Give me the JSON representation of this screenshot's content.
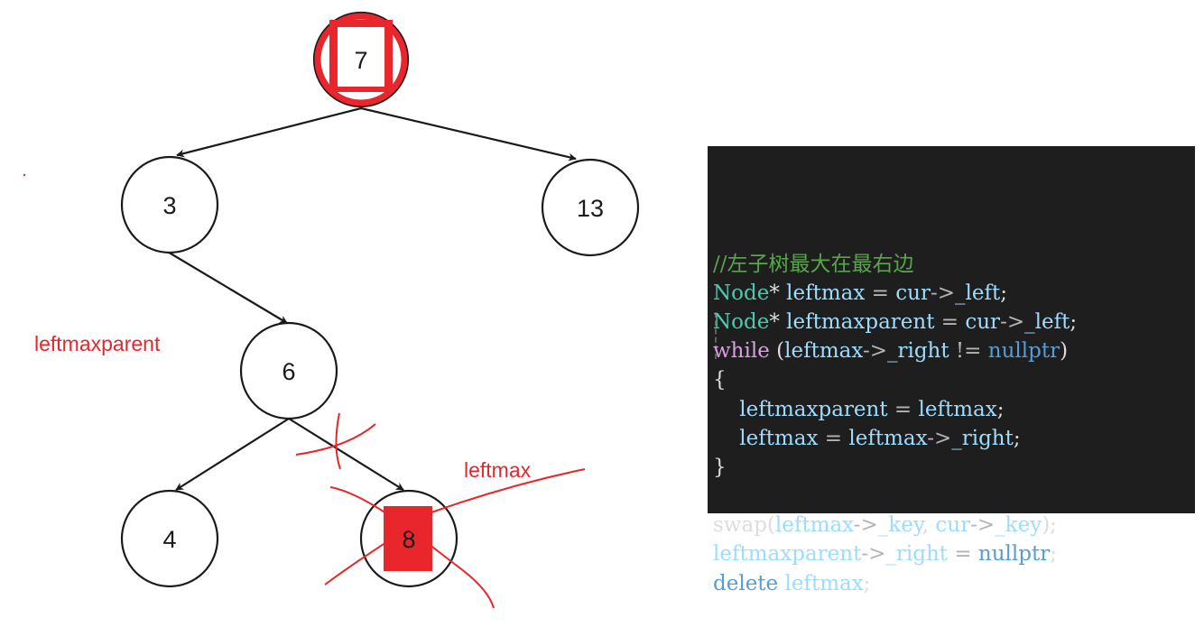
{
  "tree": {
    "nodes": [
      {
        "id": "7",
        "label": "7",
        "status": "replaced"
      },
      {
        "id": "3",
        "label": "3",
        "status": "normal"
      },
      {
        "id": "13",
        "label": "13",
        "status": "normal"
      },
      {
        "id": "6",
        "label": "6",
        "status": "normal"
      },
      {
        "id": "4",
        "label": "4",
        "status": "normal"
      },
      {
        "id": "8",
        "label": "8",
        "status": "deleted"
      }
    ],
    "edges": [
      {
        "from": "7",
        "to": "3"
      },
      {
        "from": "7",
        "to": "13"
      },
      {
        "from": "3",
        "to": "6"
      },
      {
        "from": "6",
        "to": "4"
      },
      {
        "from": "6",
        "to": "8",
        "crossed_out": true
      }
    ]
  },
  "annotations": {
    "leftmaxparent": "leftmaxparent",
    "leftmax": "leftmax"
  },
  "colors": {
    "highlight": "#e8262b",
    "code_background": "#1e1e1e"
  },
  "code": {
    "lines": [
      [
        {
          "t": "//左子树最大在最右边",
          "c": "comment"
        }
      ],
      [
        {
          "t": "Node",
          "c": "type"
        },
        {
          "t": "* ",
          "c": "plain"
        },
        {
          "t": "leftmax",
          "c": "var"
        },
        {
          "t": " = ",
          "c": "op"
        },
        {
          "t": "cur",
          "c": "var"
        },
        {
          "t": "->",
          "c": "op"
        },
        {
          "t": "_left",
          "c": "var"
        },
        {
          "t": ";",
          "c": "plain"
        }
      ],
      [
        {
          "t": "Node",
          "c": "type"
        },
        {
          "t": "* ",
          "c": "plain"
        },
        {
          "t": "leftmaxparent",
          "c": "var"
        },
        {
          "t": " = ",
          "c": "op"
        },
        {
          "t": "cur",
          "c": "var"
        },
        {
          "t": "->",
          "c": "op"
        },
        {
          "t": "_left",
          "c": "var"
        },
        {
          "t": ";",
          "c": "plain"
        }
      ],
      [
        {
          "t": "while",
          "c": "flow"
        },
        {
          "t": " (",
          "c": "plain"
        },
        {
          "t": "leftmax",
          "c": "var"
        },
        {
          "t": "->",
          "c": "op"
        },
        {
          "t": "_right",
          "c": "var"
        },
        {
          "t": " != ",
          "c": "op"
        },
        {
          "t": "nullptr",
          "c": "kw"
        },
        {
          "t": ")",
          "c": "plain"
        }
      ],
      [
        {
          "t": "{",
          "c": "plain"
        }
      ],
      [
        {
          "t": "    ",
          "c": "plain"
        },
        {
          "t": "leftmaxparent",
          "c": "var"
        },
        {
          "t": " = ",
          "c": "op"
        },
        {
          "t": "leftmax",
          "c": "var"
        },
        {
          "t": ";",
          "c": "plain"
        }
      ],
      [
        {
          "t": "    ",
          "c": "plain"
        },
        {
          "t": "leftmax",
          "c": "var"
        },
        {
          "t": " = ",
          "c": "op"
        },
        {
          "t": "leftmax",
          "c": "var"
        },
        {
          "t": "->",
          "c": "op"
        },
        {
          "t": "_right",
          "c": "var"
        },
        {
          "t": ";",
          "c": "plain"
        }
      ],
      [
        {
          "t": "}",
          "c": "plain"
        }
      ],
      [],
      [
        {
          "t": "swap",
          "c": "plain"
        },
        {
          "t": "(",
          "c": "plain"
        },
        {
          "t": "leftmax",
          "c": "var"
        },
        {
          "t": "->",
          "c": "op"
        },
        {
          "t": "_key",
          "c": "var"
        },
        {
          "t": ", ",
          "c": "plain"
        },
        {
          "t": "cur",
          "c": "var"
        },
        {
          "t": "->",
          "c": "op"
        },
        {
          "t": "_key",
          "c": "var"
        },
        {
          "t": ");",
          "c": "plain"
        }
      ],
      [
        {
          "t": "leftmaxparent",
          "c": "var"
        },
        {
          "t": "->",
          "c": "op"
        },
        {
          "t": "_right",
          "c": "var"
        },
        {
          "t": " = ",
          "c": "op"
        },
        {
          "t": "nullptr",
          "c": "kw"
        },
        {
          "t": ";",
          "c": "plain"
        }
      ],
      [
        {
          "t": "delete",
          "c": "kw"
        },
        {
          "t": " ",
          "c": "plain"
        },
        {
          "t": "leftmax",
          "c": "var"
        },
        {
          "t": ";",
          "c": "plain"
        }
      ]
    ]
  }
}
